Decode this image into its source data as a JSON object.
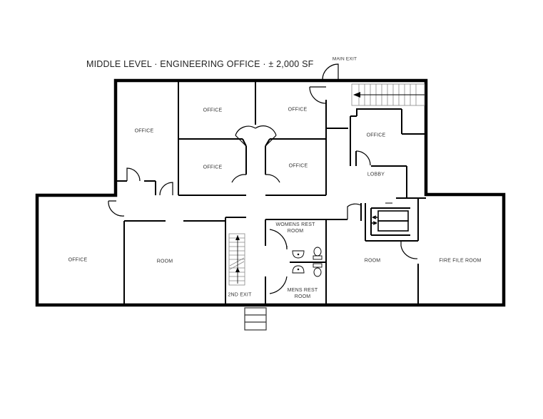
{
  "title": {
    "level": "MIDDLE LEVEL",
    "separator": "·",
    "name": "ENGINEERING OFFICE",
    "area": "± 2,000 SF",
    "full": "MIDDLE LEVEL   ·   ENGINEERING OFFICE   ·   ± 2,000 SF"
  },
  "labels": {
    "main_exit": "MAIN EXIT",
    "second_exit": "2ND EXIT"
  },
  "rooms": [
    {
      "id": "office-west-upper",
      "label": "OFFICE"
    },
    {
      "id": "office-north-1",
      "label": "OFFICE"
    },
    {
      "id": "office-north-2",
      "label": "OFFICE"
    },
    {
      "id": "office-mid-1",
      "label": "OFFICE"
    },
    {
      "id": "office-mid-2",
      "label": "OFFICE"
    },
    {
      "id": "office-east",
      "label": "OFFICE"
    },
    {
      "id": "lobby",
      "label": "LOBBY"
    },
    {
      "id": "office-far-west",
      "label": "OFFICE"
    },
    {
      "id": "room-west",
      "label": "ROOM"
    },
    {
      "id": "womens-restroom",
      "label": "WOMENS REST ROOM",
      "line1": "WOMENS REST",
      "line2": "ROOM"
    },
    {
      "id": "mens-restroom",
      "label": "MENS REST ROOM",
      "line1": "MENS REST",
      "line2": "ROOM"
    },
    {
      "id": "room-east",
      "label": "ROOM"
    },
    {
      "id": "fire-file-room",
      "label": "FIRE FILE ROOM"
    }
  ],
  "colors": {
    "wall": "#000000",
    "text": "#333333",
    "stair": "#888888",
    "background": "#ffffff"
  }
}
